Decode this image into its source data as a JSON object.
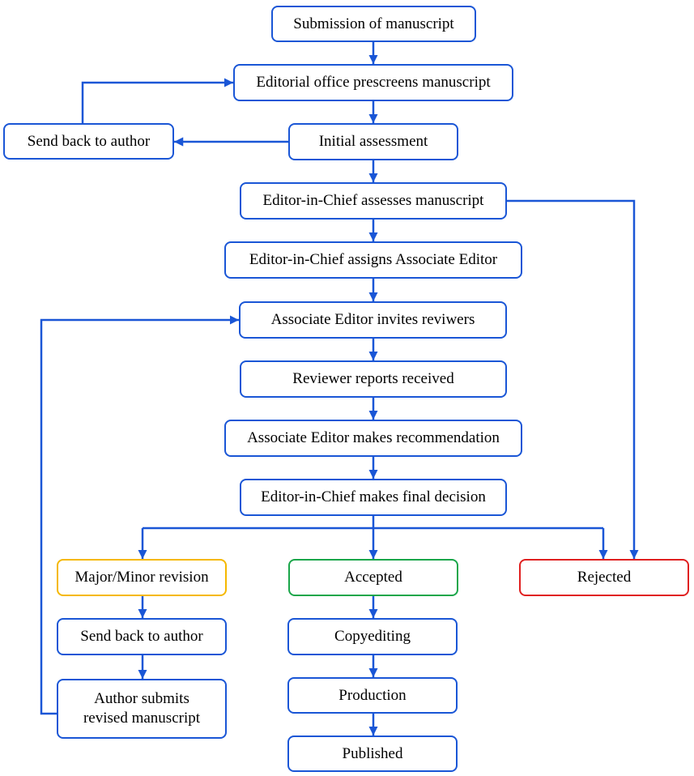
{
  "colors": {
    "line": "#1a56d6",
    "border_default": "#1a56d6",
    "border_revision": "#f5b800",
    "border_accepted": "#1aa64a",
    "border_rejected": "#e02020"
  },
  "nodes": {
    "submission": "Submission of manuscript",
    "prescreen": "Editorial office prescreens manuscript",
    "send_back_1": "Send back to author",
    "initial_assessment": "Initial assessment",
    "eic_assesses": "Editor-in-Chief assesses manuscript",
    "eic_assigns": "Editor-in-Chief assigns Associate Editor",
    "ae_invites": "Associate Editor invites reviwers",
    "reports_received": "Reviewer reports received",
    "ae_recommends": "Associate Editor makes recommendation",
    "eic_final": "Editor-in-Chief makes final decision",
    "revision": "Major/Minor revision",
    "accepted": "Accepted",
    "rejected": "Rejected",
    "send_back_2": "Send back to author",
    "author_resubmits_line1": "Author submits",
    "author_resubmits_line2": "revised manuscript",
    "copyediting": "Copyediting",
    "production": "Production",
    "published": "Published"
  }
}
